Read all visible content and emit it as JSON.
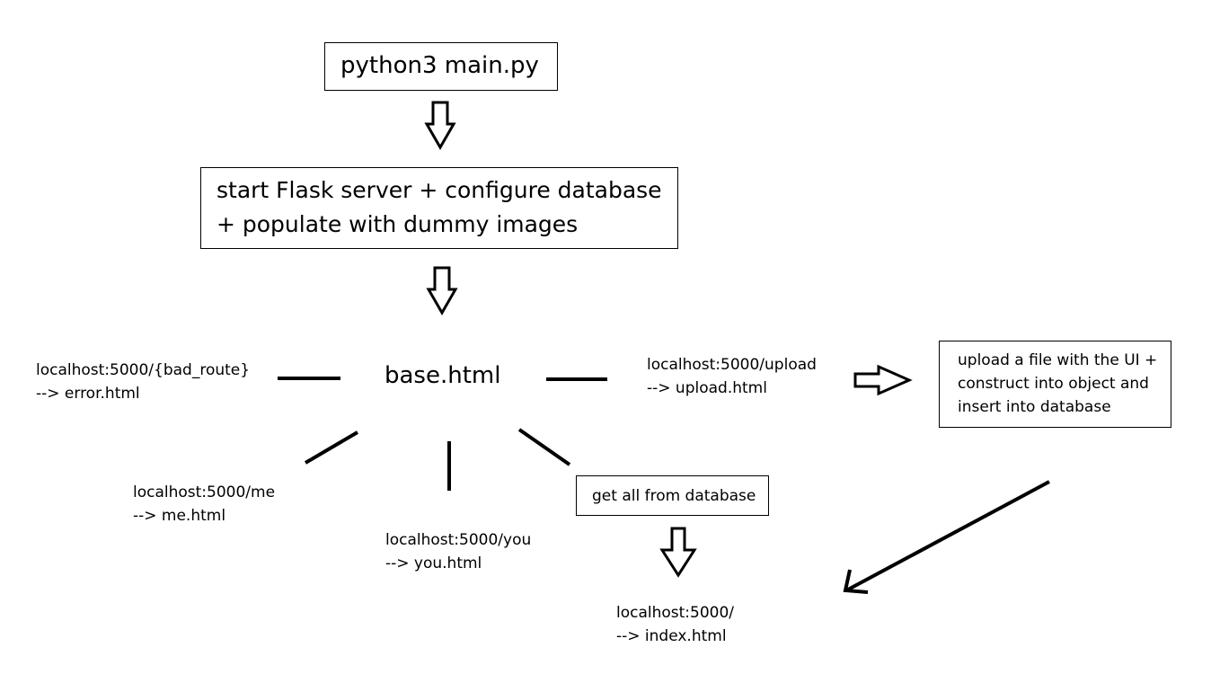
{
  "boxes": {
    "run_cmd": "python3 main.py",
    "start_server": [
      "start Flask server + configure database",
      "+ populate with dummy images"
    ],
    "upload_ui": [
      "upload a file with the UI +",
      "construct into object and",
      "insert into database"
    ],
    "get_all": "get all from database"
  },
  "center": "base.html",
  "routes": {
    "bad_route": [
      "localhost:5000/{bad_route}",
      "--> error.html"
    ],
    "upload": [
      "localhost:5000/upload",
      "--> upload.html"
    ],
    "me": [
      "localhost:5000/me",
      "--> me.html"
    ],
    "you": [
      "localhost:5000/you",
      "--> you.html"
    ],
    "index": [
      "localhost:5000/",
      "--> index.html"
    ]
  },
  "colors": {
    "stroke": "#000000",
    "background": "#ffffff"
  }
}
